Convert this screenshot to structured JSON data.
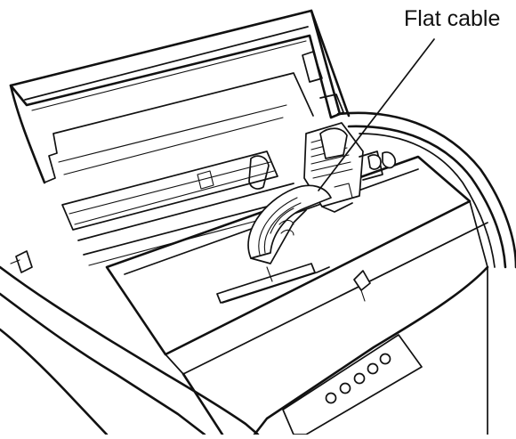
{
  "callout": {
    "label": "Flat cable"
  },
  "icons": {
    "illustration": "printer-open-cover-illustration",
    "control_panel": "control-panel-buttons"
  },
  "colors": {
    "ink": "#111111",
    "background": "#ffffff"
  }
}
